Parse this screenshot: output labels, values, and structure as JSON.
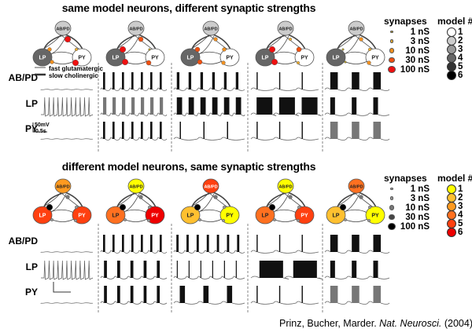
{
  "panels": [
    {
      "title": "same model neurons, different synaptic strengths",
      "synapse_legend": {
        "title": "synapses",
        "items": [
          {
            "label": "1 nS",
            "color": "#b8a030",
            "size": "smallest"
          },
          {
            "label": "3 nS",
            "color": "#f0b030",
            "size": "small"
          },
          {
            "label": "10 nS",
            "color": "#f09020",
            "size": "medium"
          },
          {
            "label": "30 nS",
            "color": "#f05010",
            "size": "large"
          },
          {
            "label": "100 nS",
            "color": "#ee1010",
            "size": "largest"
          }
        ]
      },
      "model_legend": {
        "title": "model #",
        "items": [
          {
            "label": "1",
            "color": "#ffffff"
          },
          {
            "label": "2",
            "color": "#cccccc"
          },
          {
            "label": "3",
            "color": "#999999"
          },
          {
            "label": "4",
            "color": "#666666"
          },
          {
            "label": "5",
            "color": "#333333"
          },
          {
            "label": "6",
            "color": "#000000"
          }
        ]
      },
      "networks": [
        {
          "ABPD": "#cccccc",
          "LP": "#666666",
          "PY": "#ffffff"
        },
        {
          "ABPD": "#cccccc",
          "LP": "#666666",
          "PY": "#ffffff"
        },
        {
          "ABPD": "#cccccc",
          "LP": "#666666",
          "PY": "#ffffff"
        },
        {
          "ABPD": "#cccccc",
          "LP": "#666666",
          "PY": "#ffffff"
        },
        {
          "ABPD": "#cccccc",
          "LP": "#666666",
          "PY": "#ffffff"
        }
      ],
      "synapse_color_scheme": "warm",
      "line_legend": {
        "fast": "fast glutamatergic",
        "slow": "slow cholinergic"
      },
      "scale_bar": {
        "voltage": "50mV",
        "time": "0.5s"
      },
      "traces": [
        {
          "ABPD": "silent",
          "LP": "tonic",
          "PY": "silent"
        },
        {
          "ABPD": "burst7",
          "LP": "burstgray7",
          "PY": "burst7"
        },
        {
          "ABPD": "burst6",
          "LP": "burstdense6",
          "PY": "spike3"
        },
        {
          "ABPD": "spike3",
          "LP": "longburst3",
          "PY": "spike3"
        },
        {
          "ABPD": "widerburst3",
          "LP": "burst3",
          "PY": "grayburst3"
        }
      ]
    },
    {
      "title": "different model neurons, same synaptic strengths",
      "synapse_legend": {
        "title": "synapses",
        "items": [
          {
            "label": "1 nS",
            "color": "#aaaaaa",
            "size": "smallest"
          },
          {
            "label": "3 nS",
            "color": "#999999",
            "size": "small"
          },
          {
            "label": "10 nS",
            "color": "#777777",
            "size": "medium"
          },
          {
            "label": "30 nS",
            "color": "#444444",
            "size": "large"
          },
          {
            "label": "100 nS",
            "color": "#000000",
            "size": "largest"
          }
        ]
      },
      "model_legend": {
        "title": "model #",
        "items": [
          {
            "label": "1",
            "color": "#ffff00"
          },
          {
            "label": "2",
            "color": "#ffc030"
          },
          {
            "label": "3",
            "color": "#ff9a20"
          },
          {
            "label": "4",
            "color": "#ff7020"
          },
          {
            "label": "5",
            "color": "#ff4010"
          },
          {
            "label": "6",
            "color": "#ee0000"
          }
        ]
      },
      "networks": [
        {
          "ABPD": "#ff9a20",
          "LP": "#ff4010",
          "PY": "#ff4010"
        },
        {
          "ABPD": "#ffff00",
          "LP": "#ff7020",
          "PY": "#ee0000"
        },
        {
          "ABPD": "#ff4010",
          "LP": "#ffc030",
          "PY": "#ffff00"
        },
        {
          "ABPD": "#ffff00",
          "LP": "#ff7020",
          "PY": "#ff4010"
        },
        {
          "ABPD": "#ff7020",
          "LP": "#ffc030",
          "PY": "#ffff00"
        }
      ],
      "synapse_color_scheme": "gray",
      "traces": [
        {
          "ABPD": "silent",
          "LP": "tonic",
          "PY": "silent"
        },
        {
          "ABPD": "burst7",
          "LP": "burst5",
          "PY": "burst5"
        },
        {
          "ABPD": "burst7",
          "LP": "spike6",
          "PY": "burst3"
        },
        {
          "ABPD": "spike3",
          "LP": "longburst2",
          "PY": "spike3"
        },
        {
          "ABPD": "widerburst3",
          "LP": "burst3",
          "PY": "grayburst3"
        }
      ]
    }
  ],
  "row_labels": [
    "AB/PD",
    "LP",
    "PY"
  ],
  "neuron_labels": {
    "ABPD": "AB/PD",
    "LP": "LP",
    "PY": "PY"
  },
  "citation": {
    "authors": "Prinz, Bucher, Marder.",
    "journal": "Nat. Neurosci.",
    "year": "(2004)."
  }
}
